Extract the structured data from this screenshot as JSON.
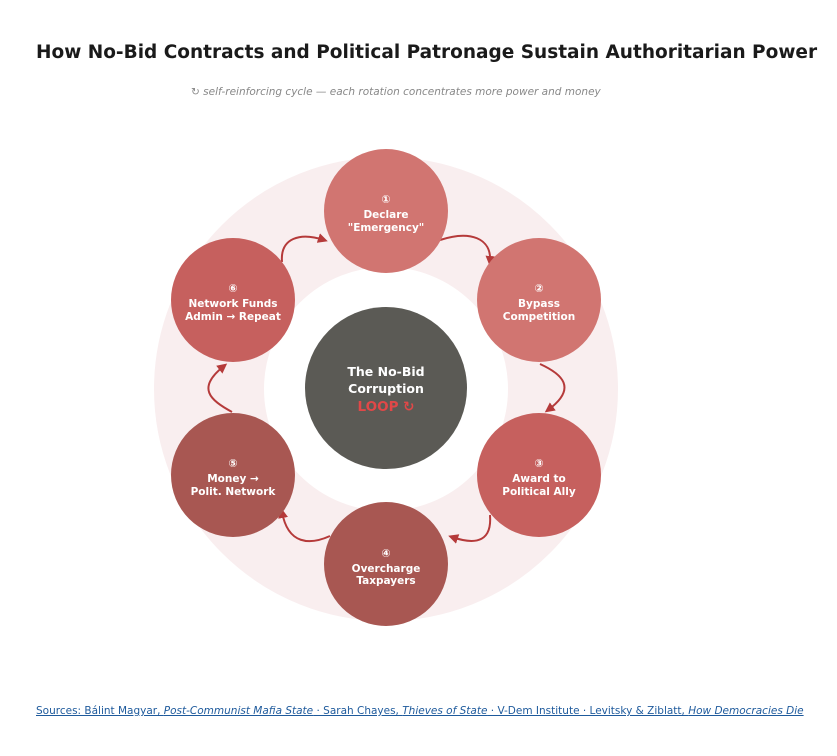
{
  "title": "How No-Bid Contracts and Political Patronage Sustain Authoritarian Power",
  "subtitle": "↻ self-reinforcing cycle — each rotation concentrates more power and money",
  "center": {
    "line1": "The No-Bid",
    "line2": "Corruption",
    "line3": "LOOP ↻"
  },
  "steps": [
    {
      "num": "①",
      "line1": "Declare",
      "line2": "\"Emergency\"",
      "color": "#d17571"
    },
    {
      "num": "②",
      "line1": "Bypass",
      "line2": "Competition",
      "color": "#d17571"
    },
    {
      "num": "③",
      "line1": "Award to",
      "line2": "Political Ally",
      "color": "#c6605e"
    },
    {
      "num": "④",
      "line1": "Overcharge",
      "line2": "Taxpayers",
      "color": "#a85752"
    },
    {
      "num": "⑤",
      "line1": "Money →",
      "line2": "Polit. Network",
      "color": "#a85752"
    },
    {
      "num": "⑥",
      "line1": "Network Funds",
      "line2": "Admin → Repeat",
      "color": "#c6605e"
    }
  ],
  "footer": {
    "prefix": "Sources: Bálint Magyar, ",
    "book1": "Post-Communist Mafia State",
    "sep1": " · Sarah Chayes, ",
    "book2": "Thieves of State",
    "sep2": " · V-Dem Institute · Levitsky & Ziblatt, ",
    "book3": "How Democracies Die"
  },
  "colors": {
    "ring": "#f9eeef",
    "center": "#5b5a55",
    "arrow": "#b53a3a",
    "loop_text": "#e04848"
  }
}
